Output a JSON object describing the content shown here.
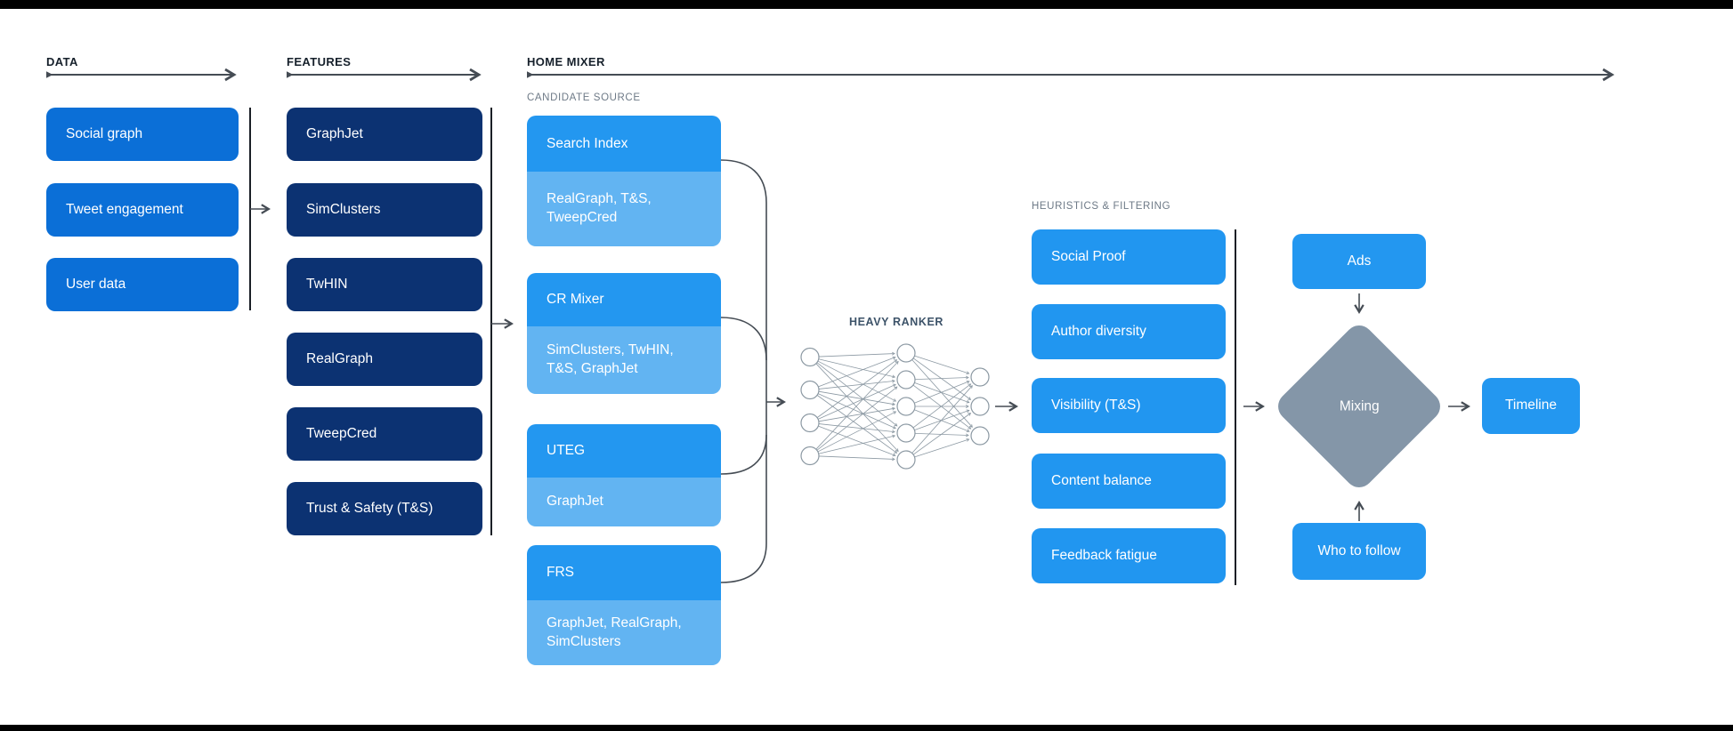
{
  "sections": {
    "data": {
      "label": "DATA",
      "items": [
        "Social graph",
        "Tweet engagement",
        "User data"
      ]
    },
    "features": {
      "label": "FEATURES",
      "items": [
        "GraphJet",
        "SimClusters",
        "TwHIN",
        "RealGraph",
        "TweepCred",
        "Trust & Safety (T&S)"
      ]
    },
    "home_mixer": {
      "label": "HOME MIXER",
      "candidate_source": {
        "label": "CANDIDATE SOURCE",
        "items": [
          {
            "name": "Search Index",
            "sources": "RealGraph, T&S, TweepCred"
          },
          {
            "name": "CR Mixer",
            "sources": "SimClusters, TwHIN, T&S, GraphJet"
          },
          {
            "name": "UTEG",
            "sources": "GraphJet"
          },
          {
            "name": "FRS",
            "sources": "GraphJet, RealGraph, SimClusters"
          }
        ]
      },
      "heavy_ranker": {
        "label": "HEAVY RANKER",
        "network_layers": [
          4,
          5,
          3
        ]
      },
      "heuristics": {
        "label": "HEURISTICS & FILTERING",
        "items": [
          "Social Proof",
          "Author diversity",
          "Visibility (T&S)",
          "Content balance",
          "Feedback fatigue"
        ]
      },
      "mixing": {
        "ads": "Ads",
        "diamond": "Mixing",
        "who_to_follow": "Who to follow",
        "timeline": "Timeline"
      }
    }
  },
  "colors": {
    "data_box": "#0B6FD7",
    "feature_box": "#0C3272",
    "candidate_main": "#2397F0",
    "candidate_sub": "#62B4F2",
    "heuristic_box": "#2196F0",
    "mixing_box": "#2397F0",
    "diamond": "#8496A8",
    "box_text": "#FFFFFF",
    "header_text": "#16202B",
    "subheader_text": "#6E7A87",
    "heavy_ranker_text": "#3D5369",
    "arrow": "#454C54",
    "separator": "#1A1F26",
    "nn_stroke": "#8C99A3"
  }
}
